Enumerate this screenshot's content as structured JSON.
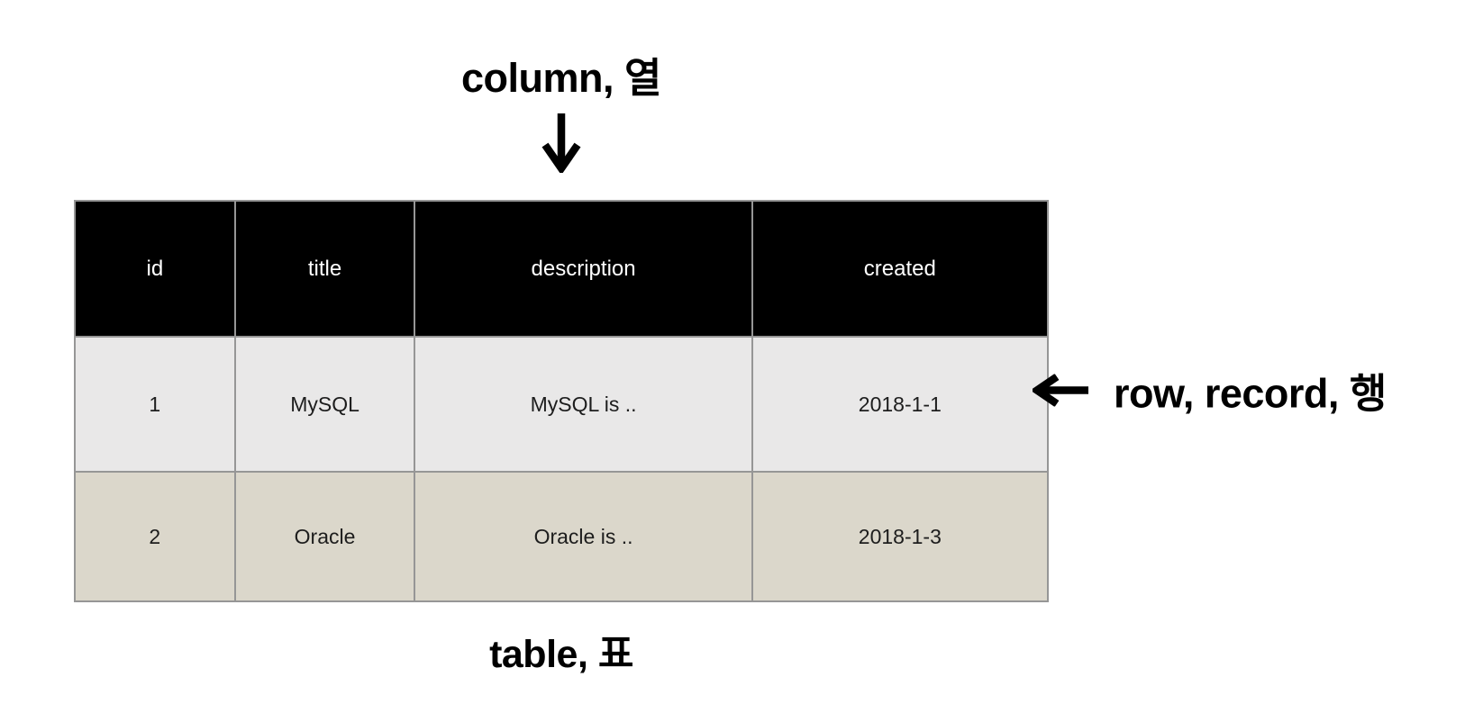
{
  "annotations": {
    "column_label": "column, 열",
    "row_label": "row, record, 행",
    "table_label": "table, 표"
  },
  "table": {
    "columns": [
      "id",
      "title",
      "description",
      "created"
    ],
    "rows": [
      [
        "1",
        "MySQL",
        "MySQL is ..",
        "2018-1-1"
      ],
      [
        "2",
        "Oracle",
        "Oracle is ..",
        "2018-1-3"
      ]
    ]
  },
  "icons": {
    "down_arrow": "down-arrow-icon",
    "left_arrow": "left-arrow-icon"
  },
  "colors": {
    "background": "#ffffff",
    "header_bg": "#000000",
    "header_text": "#ffffff",
    "row_odd_bg": "#e9e8e8",
    "row_even_bg": "#dbd7cb",
    "grid_border": "#969696",
    "cell_text": "#1d1d1d",
    "label_text": "#000000"
  }
}
